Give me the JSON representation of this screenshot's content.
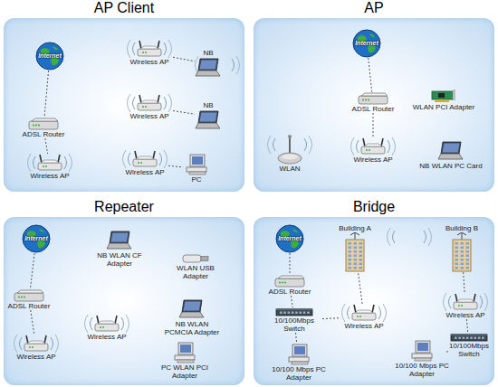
{
  "diagram": {
    "nodes": [
      {
        "text": [
          "AP Client"
        ]
      },
      {
        "text": [
          "Internet"
        ],
        "in": 0
      },
      {
        "text": [
          "ADSL Router"
        ],
        "in": 0
      },
      {
        "text": [
          "Wireless AP"
        ],
        "in": 0
      },
      {
        "text": [
          "Wireless AP"
        ],
        "in": 0
      },
      {
        "text": [
          "NB"
        ],
        "in": 0
      },
      {
        "text": [
          "Wireless AP"
        ],
        "in": 0
      },
      {
        "text": [
          "NB"
        ],
        "in": 0
      },
      {
        "text": [
          "Wireless AP"
        ],
        "in": 0
      },
      {
        "text": [
          "PC"
        ],
        "in": 0
      },
      {
        "text": [
          "AP"
        ]
      },
      {
        "text": [
          "Internet"
        ],
        "in": 10
      },
      {
        "text": [
          "ADSL Router"
        ],
        "in": 10
      },
      {
        "text": [
          "WLAN PCI Adapter"
        ],
        "in": 10
      },
      {
        "text": [
          "WLAN"
        ],
        "in": 10
      },
      {
        "text": [
          "Wireless AP"
        ],
        "in": 10
      },
      {
        "text": [
          "NB WLAN PC Card"
        ],
        "in": 10
      },
      {
        "text": [
          "Repeater"
        ]
      },
      {
        "text": [
          "Internet"
        ],
        "in": 17
      },
      {
        "text": [
          "NB WLAN CF Adapter"
        ],
        "in": 17
      },
      {
        "text": [
          "WLAN USB Adapter"
        ],
        "in": 17
      },
      {
        "text": [
          "ADSL Router"
        ],
        "in": 17
      },
      {
        "text": [
          "Wireless AP"
        ],
        "in": 17
      },
      {
        "text": [
          "NB WLAN PCMCIA Adapter"
        ],
        "in": 17
      },
      {
        "text": [
          "Wireless AP"
        ],
        "in": 17
      },
      {
        "text": [
          "PC WLAN PCI Adapter"
        ],
        "in": 17
      },
      {
        "text": [
          "Bridge"
        ]
      },
      {
        "text": [
          "Internet"
        ],
        "in": 26
      },
      {
        "text": [
          "Building A"
        ],
        "in": 26
      },
      {
        "text": [
          "Building B"
        ],
        "in": 26
      },
      {
        "text": [
          "ADSL Router"
        ],
        "in": 26
      },
      {
        "text": [
          "Wireless AP"
        ],
        "in": 26
      },
      {
        "text": [
          "Wireless AP"
        ],
        "in": 26
      },
      {
        "text": [
          "10/100Mbps Switch"
        ],
        "in": 26
      },
      {
        "text": [
          "10/100 Mbps PC Adapter"
        ],
        "in": 26
      },
      {
        "text": [
          "10/100 Mbps PC Adapter"
        ],
        "in": 26
      },
      {
        "text": [
          "10/100Mbps Switch"
        ],
        "in": 26
      }
    ],
    "edges": [
      {
        "from": 1,
        "to": 2,
        "arrow": "none"
      },
      {
        "from": 2,
        "to": 3,
        "arrow": "none"
      },
      {
        "from": 4,
        "to": 5,
        "arrow": "none"
      },
      {
        "from": 6,
        "to": 7,
        "arrow": "none"
      },
      {
        "from": 8,
        "to": 9,
        "arrow": "none"
      },
      {
        "from": 11,
        "to": 12,
        "arrow": "none"
      },
      {
        "from": 12,
        "to": 15,
        "arrow": "none"
      },
      {
        "from": 18,
        "to": 21,
        "arrow": "none"
      },
      {
        "from": 21,
        "to": 24,
        "arrow": "none"
      },
      {
        "from": 27,
        "to": 30,
        "arrow": "none"
      },
      {
        "from": 30,
        "to": 33,
        "arrow": "none"
      },
      {
        "from": 33,
        "to": 31,
        "arrow": "none"
      },
      {
        "from": 31,
        "to": 28,
        "arrow": "none"
      },
      {
        "from": 33,
        "to": 34,
        "arrow": "none"
      },
      {
        "from": 29,
        "to": 32,
        "arrow": "none"
      },
      {
        "from": 32,
        "to": 36,
        "arrow": "none"
      },
      {
        "from": 36,
        "to": 35,
        "arrow": "none"
      }
    ]
  }
}
